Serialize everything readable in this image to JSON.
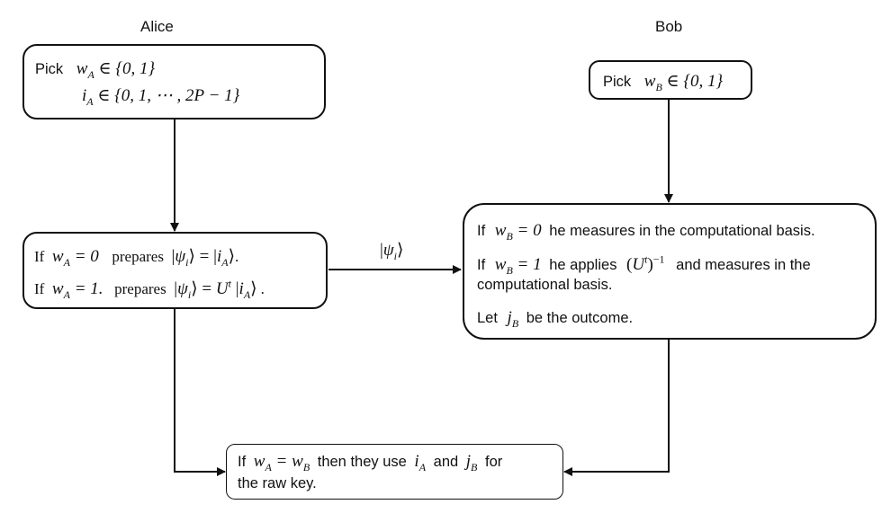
{
  "lanes": {
    "alice": "Alice",
    "bob": "Bob"
  },
  "alice_pick": {
    "label": "Pick",
    "line1_math": "w_A ∈ {0, 1}",
    "line2_math": "i_A ∈ {0, 1, ⋯ , 2P − 1}"
  },
  "bob_pick": {
    "label": "Pick",
    "line1_math": "w_B ∈ {0, 1}"
  },
  "alice_prepare": {
    "line1_prefix": "If",
    "line1_condition": "w_A = 0",
    "line1_action": "prepares",
    "line1_math": "|ψ_i⟩ = |i_A⟩",
    "line1_suffix": ".",
    "line2_prefix": "If",
    "line2_condition": "w_A = 1.",
    "line2_action": "prepares",
    "line2_math": "|ψ_i⟩ = U^t |i_A⟩",
    "line2_suffix": "."
  },
  "channel_label_math": "|ψ_i⟩",
  "bob_measure": {
    "line1_prefix": "If",
    "line1_condition": "w_B = 0",
    "line1_text": "he measures in the computational basis.",
    "line2_prefix": "If",
    "line2_condition": "w_B = 1",
    "line2_text_a": "he applies",
    "line2_math": "(U^t)^−1",
    "line2_text_b": "and measures in the",
    "line3_text": "computational basis.",
    "line4_prefix": "Let",
    "line4_math": "j_B",
    "line4_text": "be the outcome."
  },
  "raw_key": {
    "line1_prefix": "If",
    "line1_condition": "w_A = w_B",
    "line1_text_a": "then they use",
    "line1_math_a": "i_A",
    "line1_text_b": "and",
    "line1_math_b": "j_B",
    "line1_text_c": "for",
    "line2_text": "the raw key."
  }
}
